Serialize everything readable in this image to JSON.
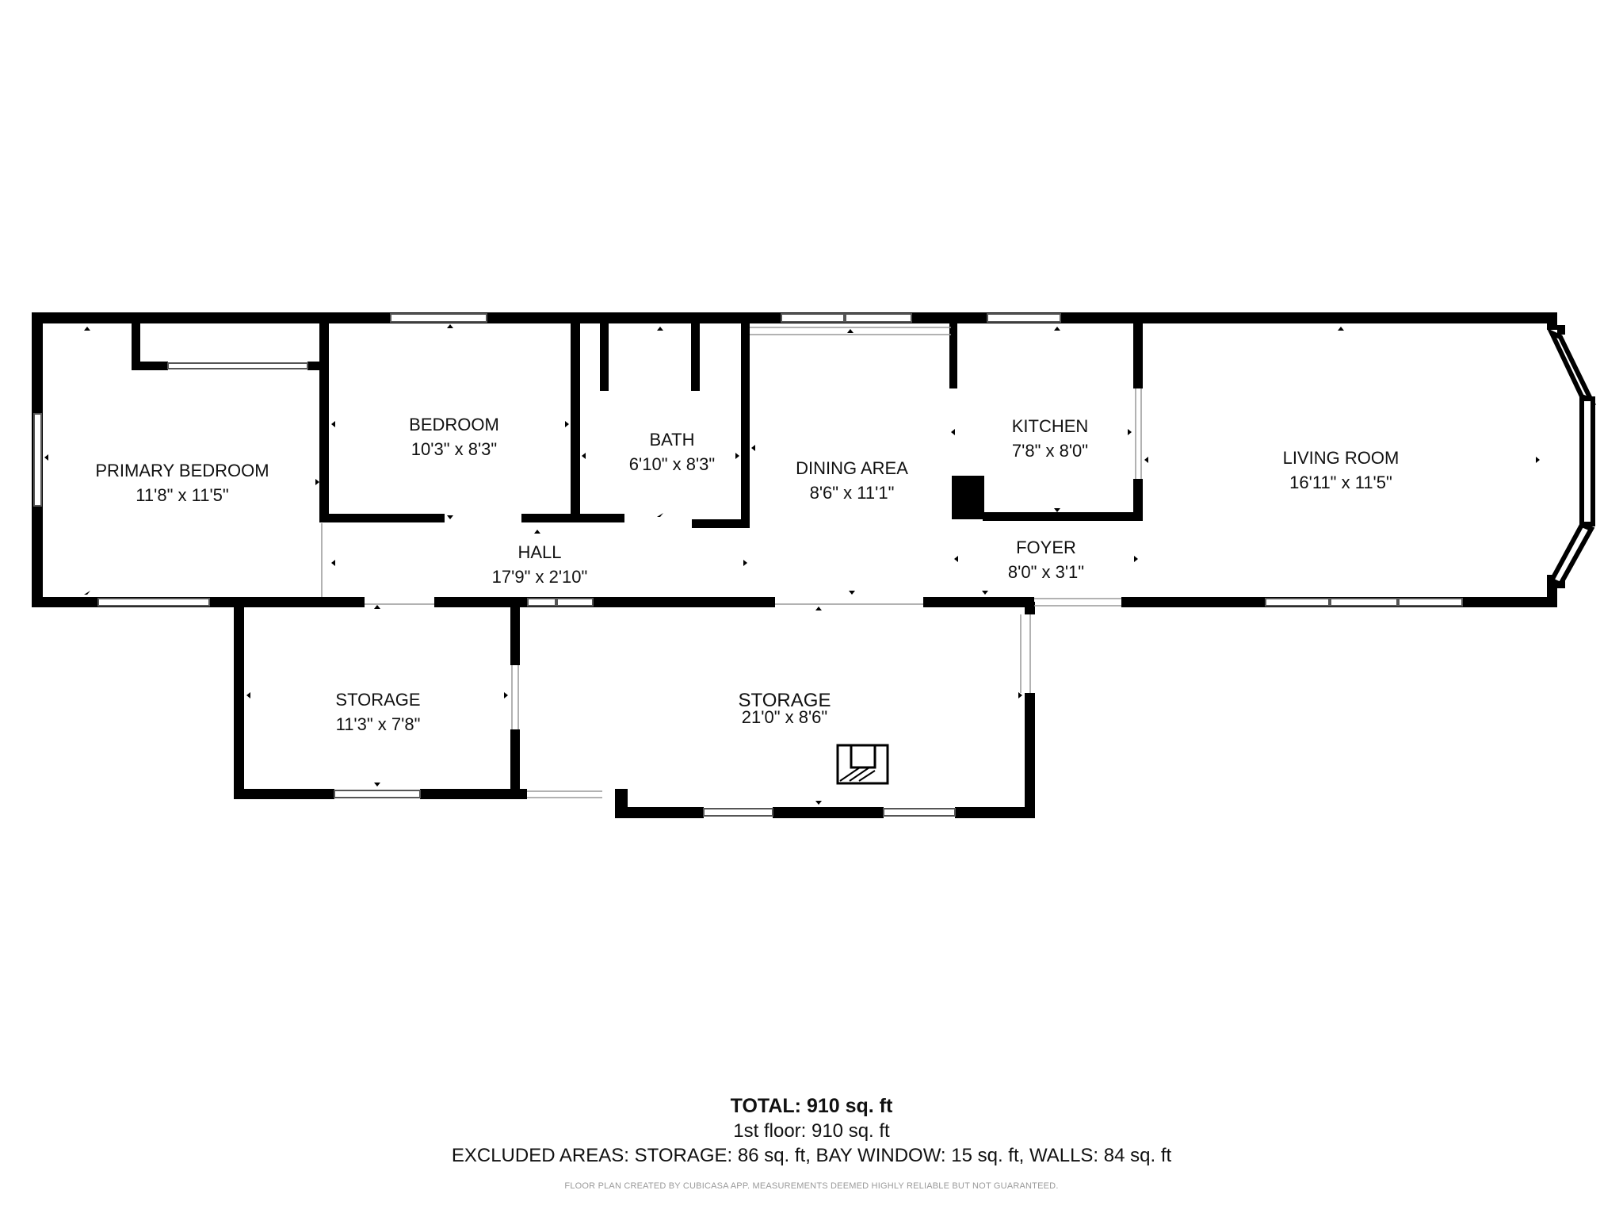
{
  "colors": {
    "wall": "#000000",
    "window_fill": "#ffffff",
    "window_stroke": "#555555",
    "background": "#ffffff"
  },
  "rooms": {
    "primary_bedroom": {
      "name": "PRIMARY BEDROOM",
      "dims": "11'8\" x 11'5\""
    },
    "bedroom": {
      "name": "BEDROOM",
      "dims": "10'3\" x 8'3\""
    },
    "bath": {
      "name": "BATH",
      "dims": "6'10\" x 8'3\""
    },
    "dining_area": {
      "name": "DINING AREA",
      "dims": "8'6\" x 11'1\""
    },
    "kitchen": {
      "name": "KITCHEN",
      "dims": "7'8\" x 8'0\""
    },
    "living_room": {
      "name": "LIVING ROOM",
      "dims": "16'11\" x 11'5\""
    },
    "hall": {
      "name": "HALL",
      "dims": "17'9\" x 2'10\""
    },
    "foyer": {
      "name": "FOYER",
      "dims": "8'0\" x 3'1\""
    },
    "storage_small": {
      "name": "STORAGE",
      "dims": "11'3\" x 7'8\""
    },
    "storage_large": {
      "name": "STORAGE",
      "dims": "21'0\" x 8'6\""
    }
  },
  "summary": {
    "total": "TOTAL: 910 sq. ft",
    "floor": "1st floor: 910 sq. ft",
    "excluded": "EXCLUDED AREAS: STORAGE: 86 sq. ft, BAY WINDOW: 15 sq. ft, WALLS: 84 sq. ft"
  },
  "credit": "FLOOR PLAN CREATED BY CUBICASA APP. MEASUREMENTS DEEMED HIGHLY RELIABLE BUT NOT GUARANTEED."
}
